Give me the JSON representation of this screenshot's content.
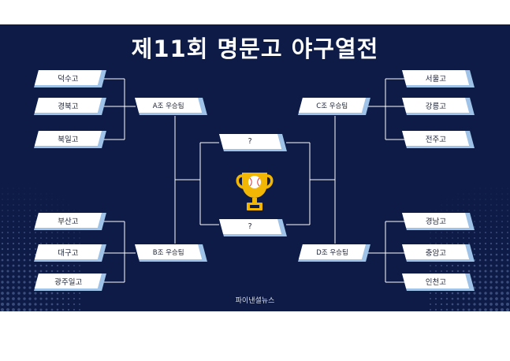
{
  "title": "제11회 명문고 야구열전",
  "left_top": {
    "teams": [
      "덕수고",
      "경북고",
      "북일고"
    ],
    "winner": "A조 우승팀"
  },
  "left_bottom": {
    "teams": [
      "부산고",
      "대구고",
      "광주일고"
    ],
    "winner": "B조 우승팀"
  },
  "right_top": {
    "teams": [
      "서울고",
      "강릉고",
      "전주고"
    ],
    "winner": "C조 우승팀"
  },
  "right_bottom": {
    "teams": [
      "경남고",
      "충암고",
      "인천고"
    ],
    "winner": "D조 우승팀"
  },
  "finals": [
    "?",
    "?"
  ],
  "source": "파이낸셜뉴스",
  "colors": {
    "background": "#0d1b46",
    "accent": "#9fc3e8",
    "trophy": "#f2b705"
  },
  "icons": {
    "trophy": "trophy-icon"
  }
}
